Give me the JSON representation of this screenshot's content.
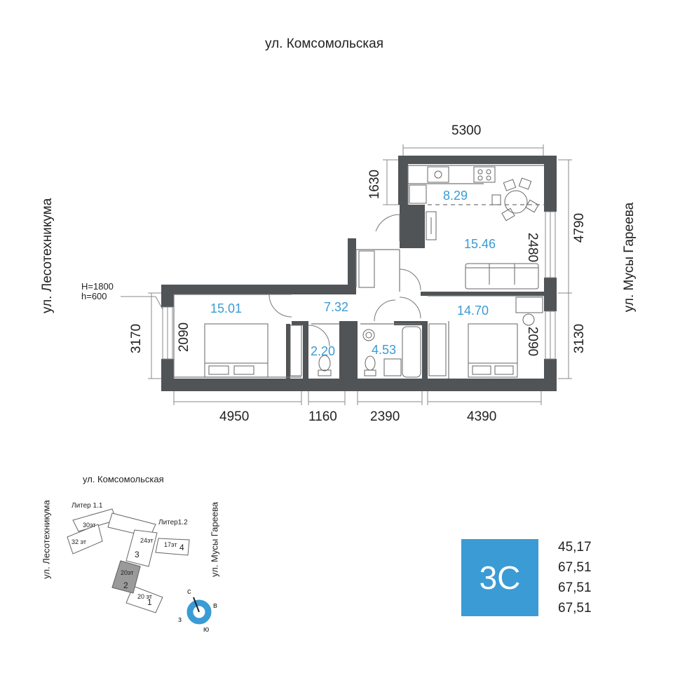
{
  "streets": {
    "top": "ул. Комсомольская",
    "left": "ул. Лесотехникума",
    "right": "ул. Мусы Гареева"
  },
  "dimensions": {
    "top_width": "5300",
    "kitchen_depth": "1630",
    "right_total": "4790",
    "living_height": "2480",
    "bedroom_right_height": "2090",
    "right_bottom": "3130",
    "left_total": "3170",
    "bedroom_left_height": "2090",
    "bottom_1": "4950",
    "bottom_2": "1160",
    "bottom_3": "2390",
    "bottom_4": "4390"
  },
  "window_note": {
    "line1": "H=1800",
    "line2": "h=600"
  },
  "areas": {
    "kitchen": "8.29",
    "living": "15.46",
    "bedroom_left": "15.01",
    "hall": "7.32",
    "toilet": "2.20",
    "bath": "4.53",
    "bedroom_right": "14.70"
  },
  "site_plan": {
    "street_top": "ул. Комсомольская",
    "street_left": "ул. Лесотехникума",
    "street_right": "ул. Мусы Гареева",
    "liter_1_1": "Литер 1.1",
    "liter_1_2": "Литер1.2",
    "floors_30": "30эт",
    "floors_32": "32 эт",
    "floors_24": "24эт",
    "floors_17": "17эт",
    "floors_20a": "20эт",
    "floors_20b": "20 эт",
    "sec_1": "1",
    "sec_2": "2",
    "sec_3": "3",
    "sec_4": "4",
    "compass_n": "с",
    "compass_e": "в",
    "compass_s": "ю",
    "compass_w": "з"
  },
  "apartment": {
    "type_code": "3С",
    "values": [
      "45,17",
      "67,51",
      "67,51",
      "67,51"
    ],
    "badge_color": "#3a9bd5"
  }
}
